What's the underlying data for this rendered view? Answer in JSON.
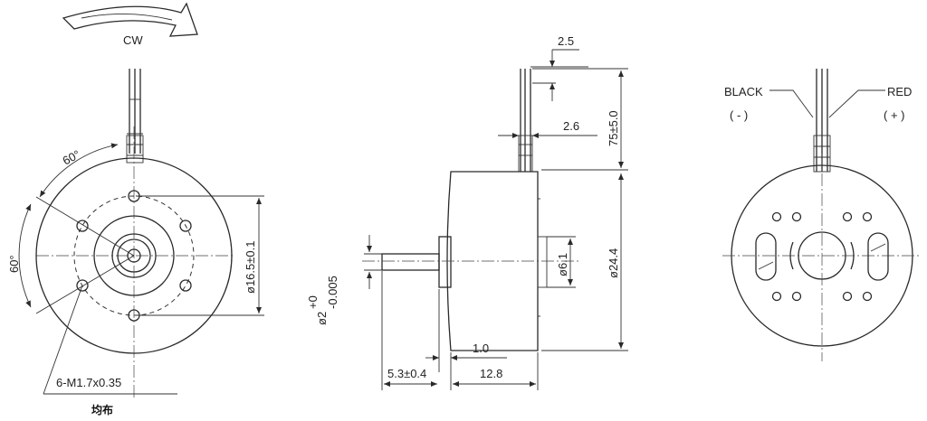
{
  "front_view": {
    "rotation_label": "CW",
    "angle_top": "60°",
    "angle_left": "60°",
    "pcd_dim": "ø16.5±0.1",
    "holes_note": "6-M1.7x0.35",
    "holes_note_cn": "均布"
  },
  "side_view": {
    "wire_offset_dim": "2.5",
    "wire_width_dim": "2.6",
    "lead_length_dim": "75±5.0",
    "body_diameter_dim": "ø24.4",
    "boss_diameter_dim": "ø6.1",
    "shaft_diameter_base": "ø2",
    "shaft_tol_upper": "+0",
    "shaft_tol_lower": "-0.005",
    "shaft_length_dim": "5.3±0.4",
    "boss_height_dim": "1.0",
    "body_length_dim": "12.8"
  },
  "rear_view": {
    "black_label": "BLACK",
    "black_polarity": "( - )",
    "red_label": "RED",
    "red_polarity": "( + )"
  }
}
